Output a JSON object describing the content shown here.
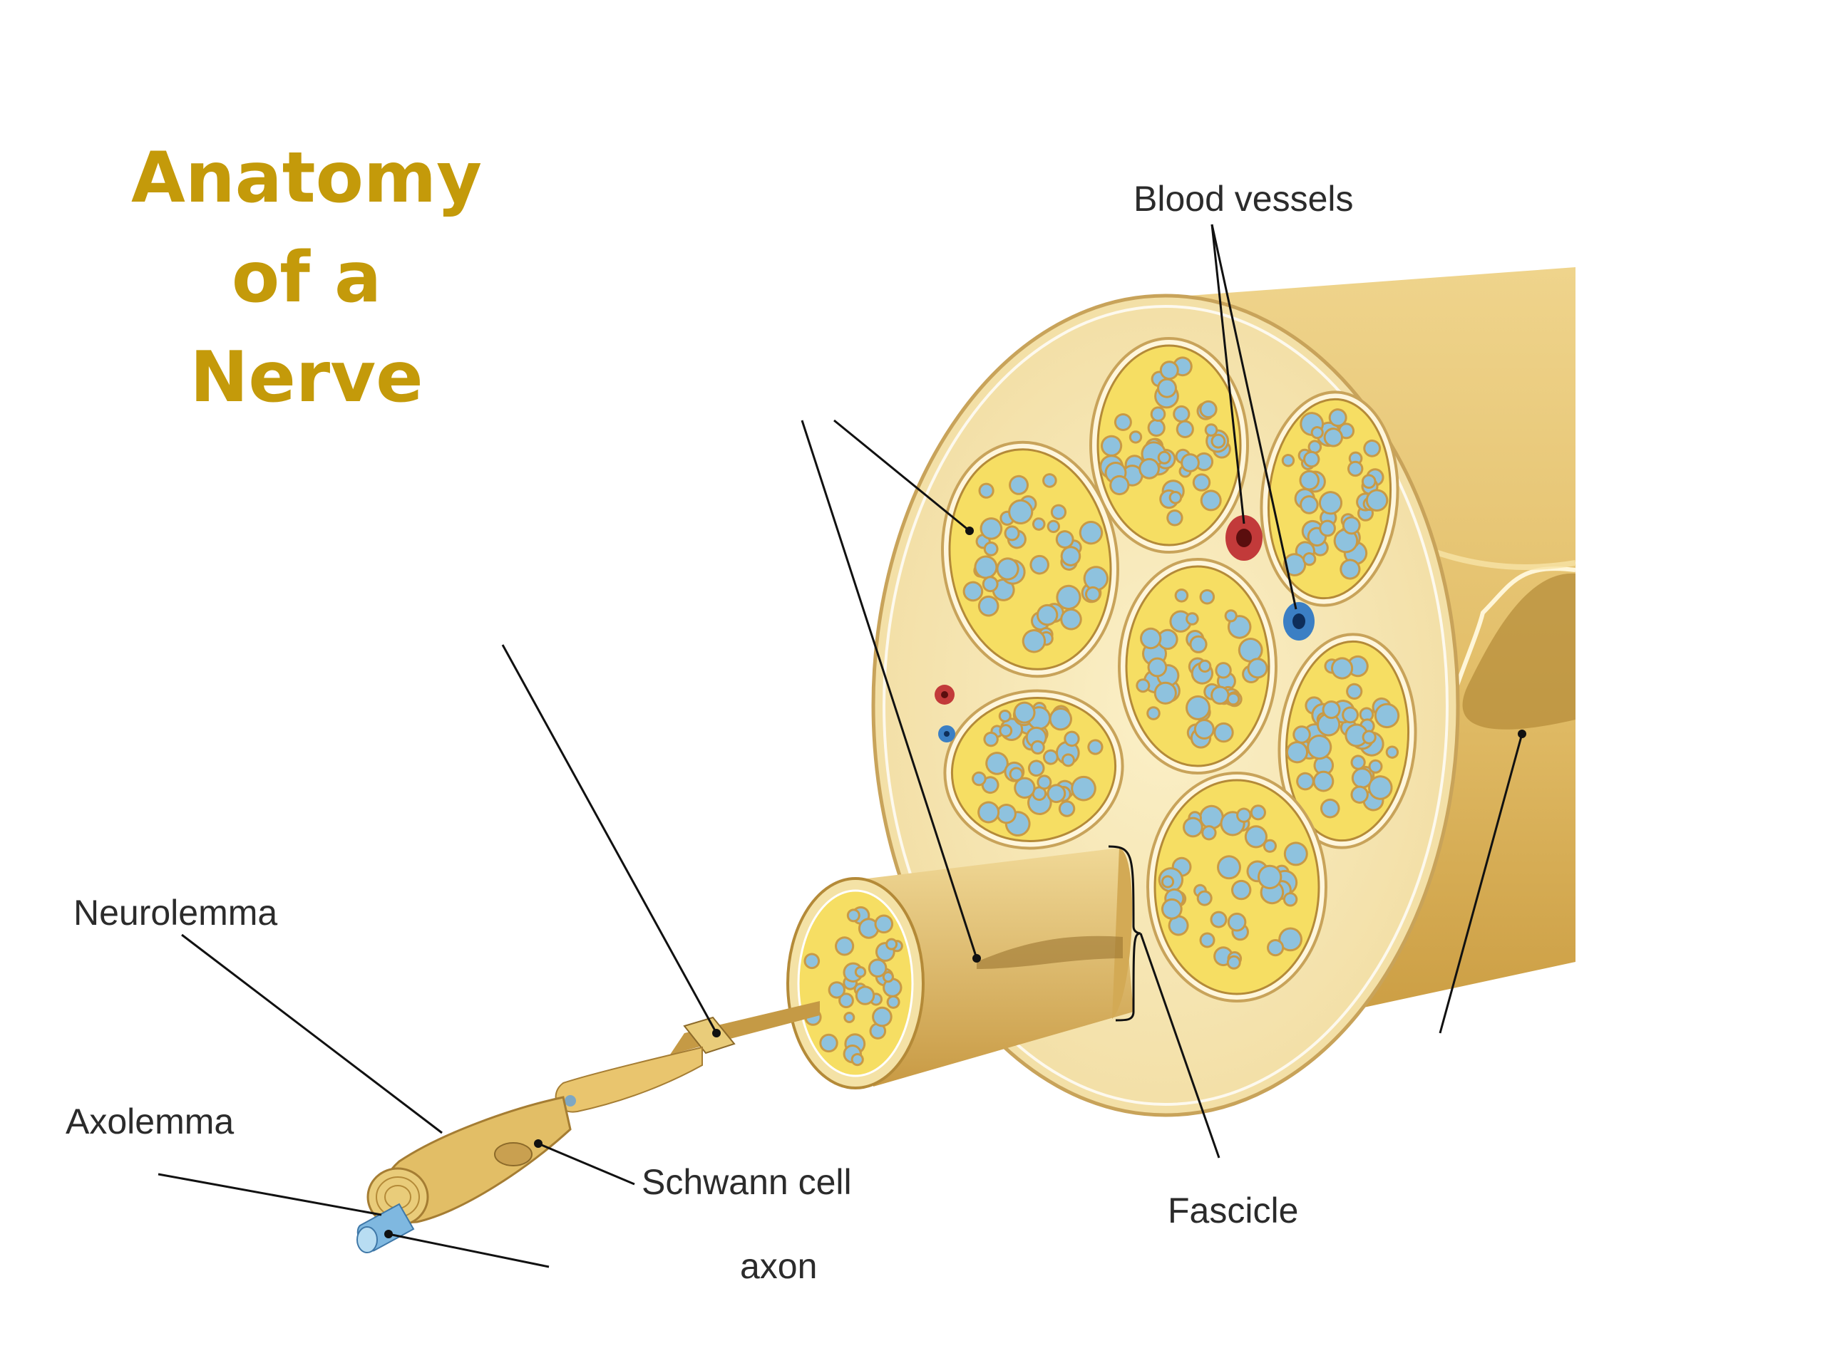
{
  "title": {
    "line1": "Anatomy",
    "line2": "of a",
    "line3": "Nerve"
  },
  "labels": {
    "blood_vessels": "Blood vessels",
    "neurolemma": "Neurolemma",
    "axolemma": "Axolemma",
    "schwann_cell": "Schwann cell",
    "fascicle": "Fascicle",
    "axon": "axon"
  },
  "colors": {
    "title": "#C49A0A",
    "nerve_tan": "#E6C777",
    "nerve_shade": "#D1A84E",
    "endoneurium_yellow": "#F6DE63",
    "axon_blue": "#8EC2DE",
    "artery_red": "#C23A3A",
    "vein_blue": "#3B7FC4"
  },
  "icons": [
    "artery-icon",
    "vein-icon"
  ]
}
